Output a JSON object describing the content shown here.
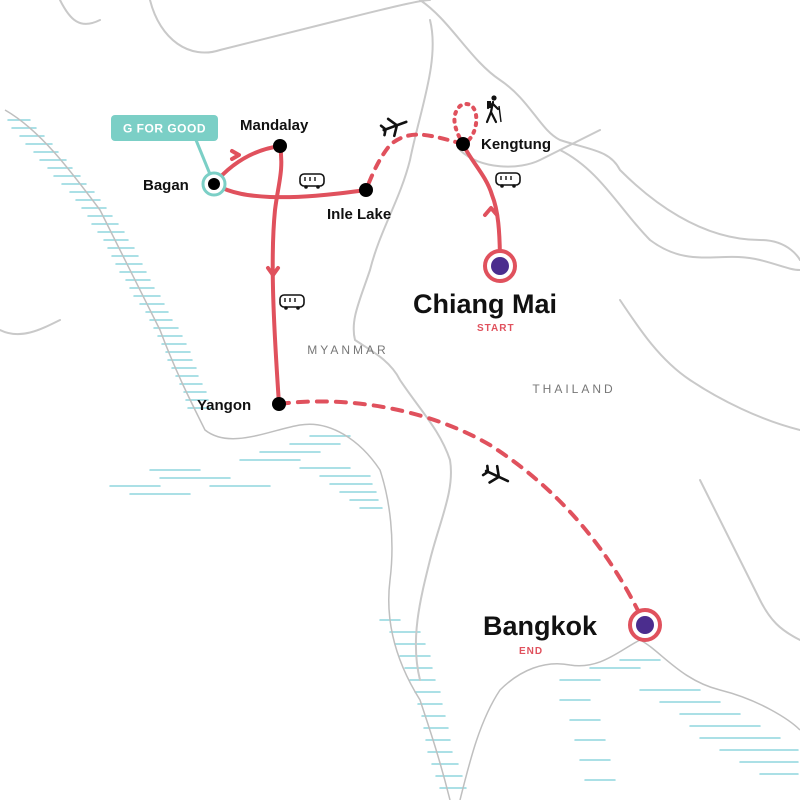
{
  "colors": {
    "route": "#e0515d",
    "stop": "#000000",
    "endpoint_fill": "#4b2d8e",
    "badge": "#7bcfc6",
    "badge_text": "#ffffff",
    "land_border": "#c9c9c9",
    "water": "#8fd6dd",
    "country_label": "#777777"
  },
  "map": {
    "countries": [
      {
        "key": "myanmar",
        "label": "MYANMAR"
      },
      {
        "key": "thailand",
        "label": "THAILAND"
      }
    ],
    "stops": {
      "bagan": {
        "label": "Bagan"
      },
      "mandalay": {
        "label": "Mandalay"
      },
      "inle": {
        "label": "Inle Lake"
      },
      "kengtung": {
        "label": "Kengtung"
      },
      "yangon": {
        "label": "Yangon"
      },
      "chiangmai": {
        "label": "Chiang Mai",
        "tag": "START"
      },
      "bangkok": {
        "label": "Bangkok",
        "tag": "END"
      }
    },
    "badge": {
      "label": "G FOR GOOD"
    },
    "transport": [
      {
        "mode": "flight",
        "icon": "plane-icon"
      },
      {
        "mode": "bus",
        "icon": "bus-icon"
      },
      {
        "mode": "hiking",
        "icon": "hiker-icon"
      }
    ],
    "route": {
      "legs": [
        {
          "from": "Chiang Mai",
          "to": "Kengtung",
          "mode": "bus"
        },
        {
          "from": "Kengtung",
          "to": "Kengtung",
          "mode": "hiking"
        },
        {
          "from": "Kengtung",
          "to": "Inle Lake",
          "mode": "flight"
        },
        {
          "from": "Inle Lake",
          "to": "Bagan",
          "mode": "bus"
        },
        {
          "from": "Bagan",
          "to": "Mandalay",
          "mode": "bus"
        },
        {
          "from": "Mandalay",
          "to": "Yangon",
          "mode": "bus"
        },
        {
          "from": "Yangon",
          "to": "Bangkok",
          "mode": "flight"
        }
      ]
    }
  }
}
